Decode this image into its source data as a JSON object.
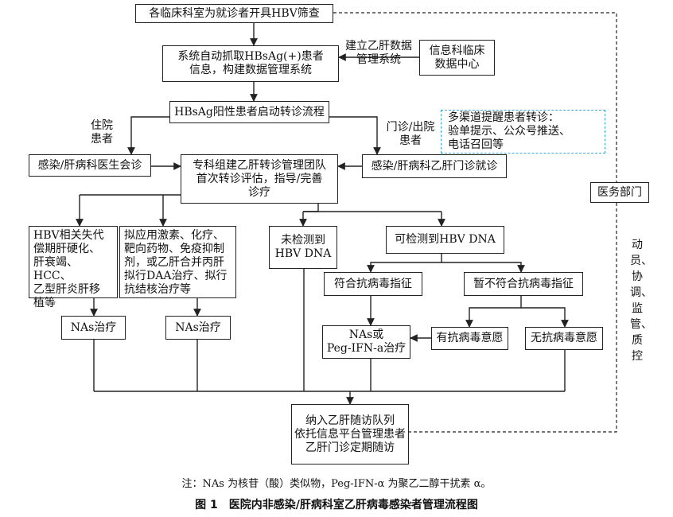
{
  "nodes": {
    "screening": "各临床科室为就诊者开具HBV筛查",
    "auto_capture": "系统自动抓取HBsAg(+)患者\n信息，构建数据管理系统",
    "info_center": "信息科临床\n数据中心",
    "referral_start": "HBsAg阳性患者启动转诊流程",
    "reminder": "多渠道提醒患者转诊：\n验单提示、公众号推送、\n电话召回等",
    "inpatient_consult": "感染/肝病科医生会诊",
    "team": "专科组建乙肝转诊管理团队\n首次转诊评估，指导/完善\n诊疗",
    "outpatient_clinic": "感染/肝病科乙肝门诊就诊",
    "medical_affairs": "医务部门",
    "decompensated": "HBV相关失代\n偿期肝硬化、\n肝衰竭、HCC、\n乙型肝炎肝移\n植等",
    "hormones": "拟应用激素、化疗、\n靶向药物、免疫抑制\n剂，或乙肝合并丙肝\n拟行DAA治疗、拟行\n抗结核治疗等",
    "undetectable": "未检测到\nHBV DNA",
    "detectable": "可检测到HBV DNA",
    "meets": "符合抗病毒指征",
    "not_meets": "暂不符合抗病毒指征",
    "nas_1": "NAs治疗",
    "nas_2": "NAs治疗",
    "nas_peg": "NAs或\nPeg-IFN-a治疗",
    "willing": "有抗病毒意愿",
    "unwilling": "无抗病毒意愿",
    "follow_up": "纳入乙肝随访队列\n依托信息平台管理患者\n乙肝门诊定期随访"
  },
  "edge_labels": {
    "build_system": "建立乙肝数据\n管理系统",
    "inpatient": "住院\n患者",
    "outpatient": "门诊/出院\n患者",
    "duties": "动员、协调、监管、质控"
  },
  "note": "注：NAs 为核苷（酸）类似物，Peg-IFN-α 为聚乙二醇干扰素 α。",
  "caption": "图 1　医院内非感染/肝病科室乙肝病毒感染者管理流程图"
}
